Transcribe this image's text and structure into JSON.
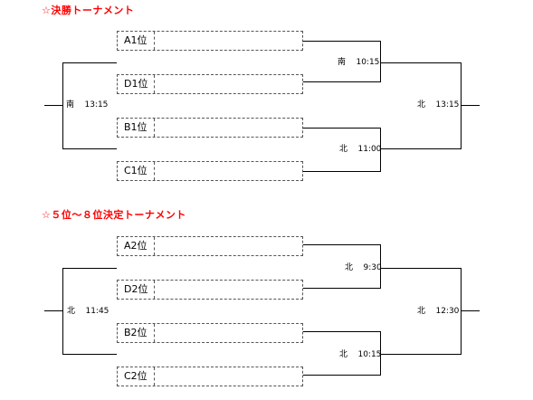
{
  "brackets": [
    {
      "title": "☆決勝トーナメント",
      "seeds": [
        "A1位",
        "D1位",
        "B1位",
        "C1位"
      ],
      "match_top": {
        "venue": "南",
        "time": "10:15"
      },
      "match_bottom": {
        "venue": "北",
        "time": "11:00"
      },
      "match_left": {
        "venue": "南",
        "time": "13:15"
      },
      "match_right": {
        "venue": "北",
        "time": "13:15"
      }
    },
    {
      "title": "☆５位～８位決定トーナメント",
      "seeds": [
        "A2位",
        "D2位",
        "B2位",
        "C2位"
      ],
      "match_top": {
        "venue": "北",
        "time": "9:30"
      },
      "match_bottom": {
        "venue": "北",
        "time": "10:15"
      },
      "match_left": {
        "venue": "北",
        "time": "11:45"
      },
      "match_right": {
        "venue": "北",
        "time": "12:30"
      }
    }
  ]
}
